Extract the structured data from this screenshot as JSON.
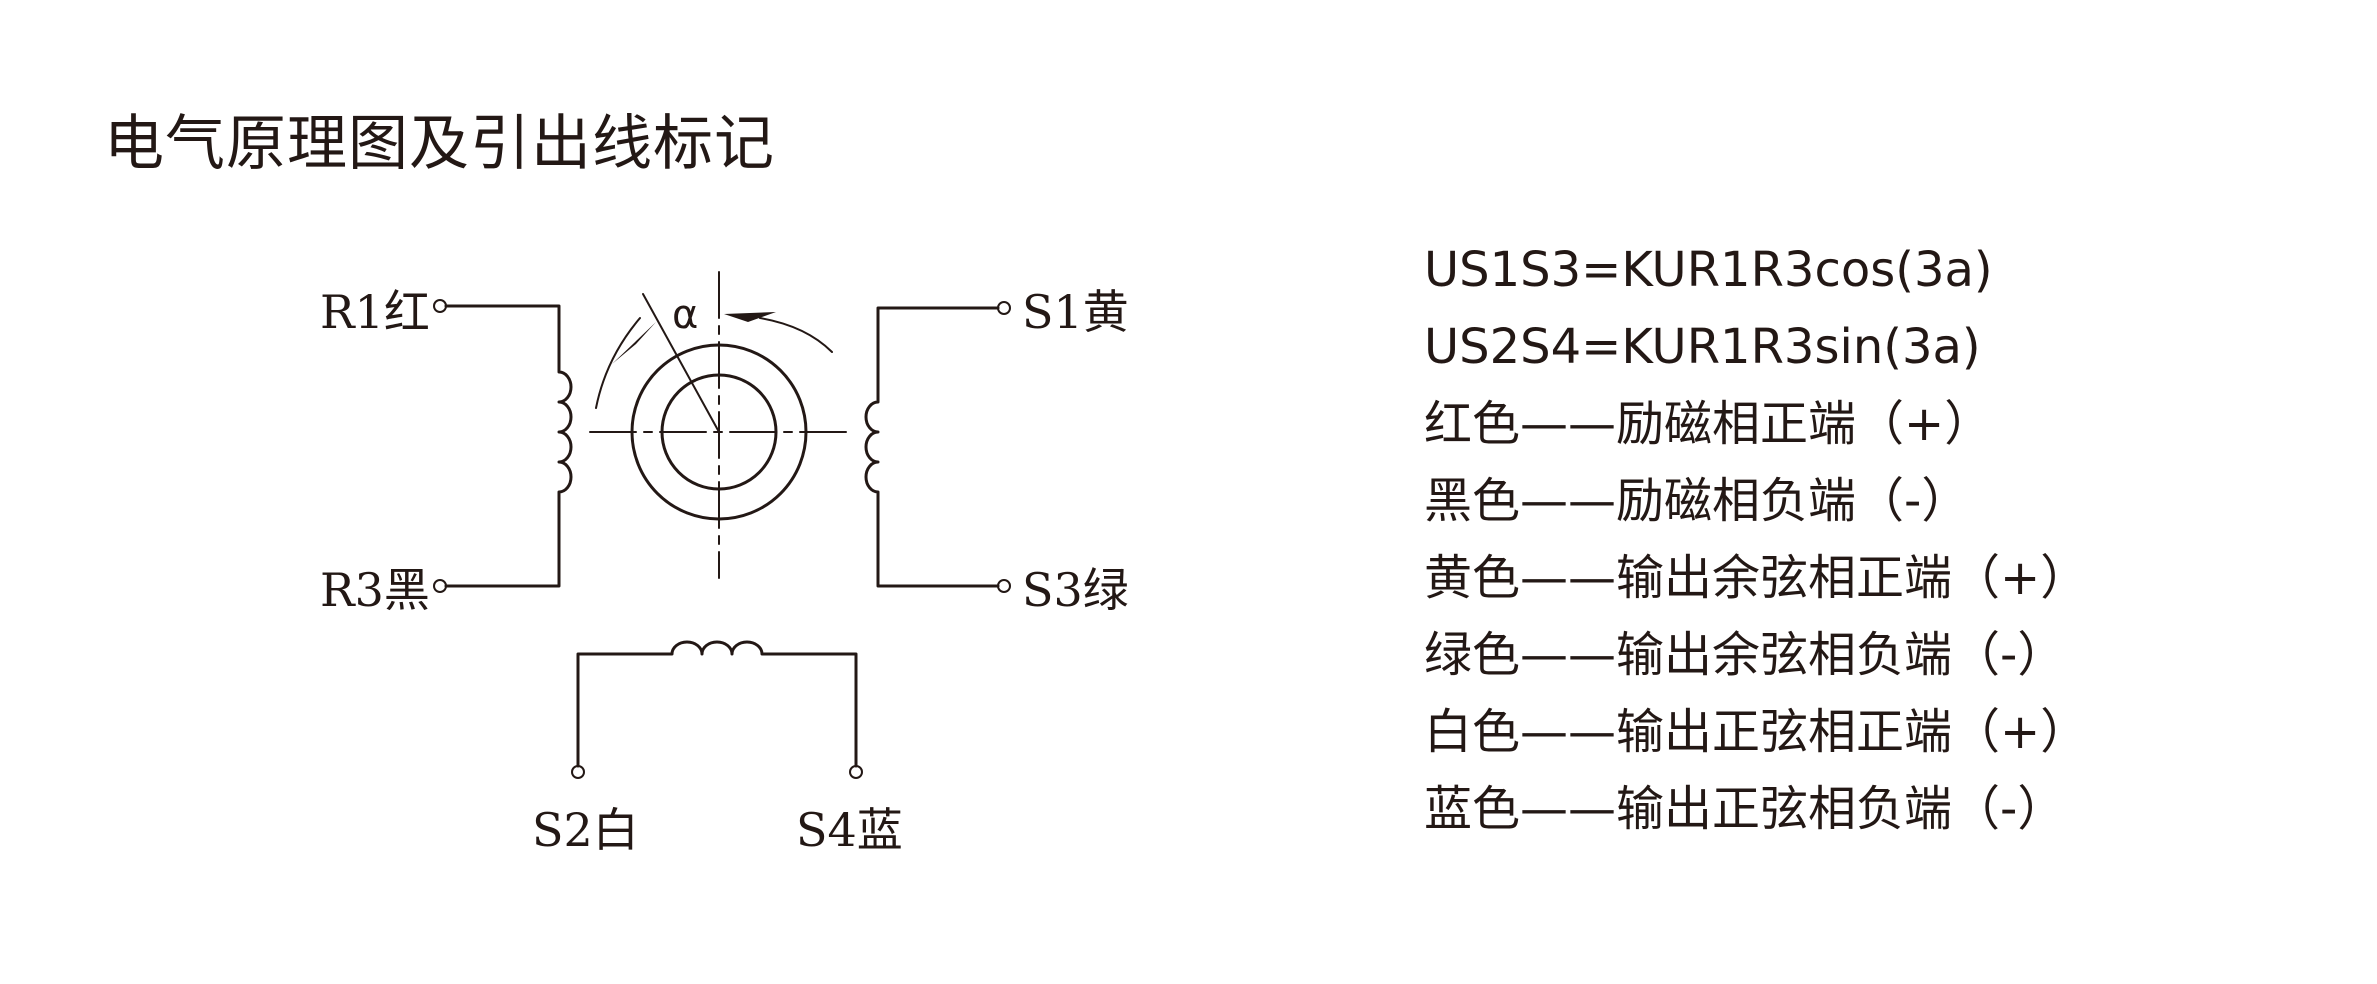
{
  "title": "电气原理图及引出线标记",
  "diagram": {
    "angle_label": "α",
    "terminals": {
      "r1": "R1红",
      "r3": "R3黑",
      "s1": "S1黄",
      "s3": "S3绿",
      "s2": "S2白",
      "s4": "S4蓝"
    }
  },
  "legend": {
    "lines": [
      "US1S3=KUR1R3cos(3a)",
      "US2S4=KUR1R3sin(3a)",
      "红色——励磁相正端（+）",
      "黑色——励磁相负端（-）",
      "黄色——输出余弦相正端（+）",
      "绿色——输出余弦相负端（-）",
      "白色——输出正弦相正端（+）",
      "蓝色——输出正弦相负端（-）"
    ]
  },
  "colors": {
    "ink": "#231815",
    "background": "#ffffff"
  }
}
